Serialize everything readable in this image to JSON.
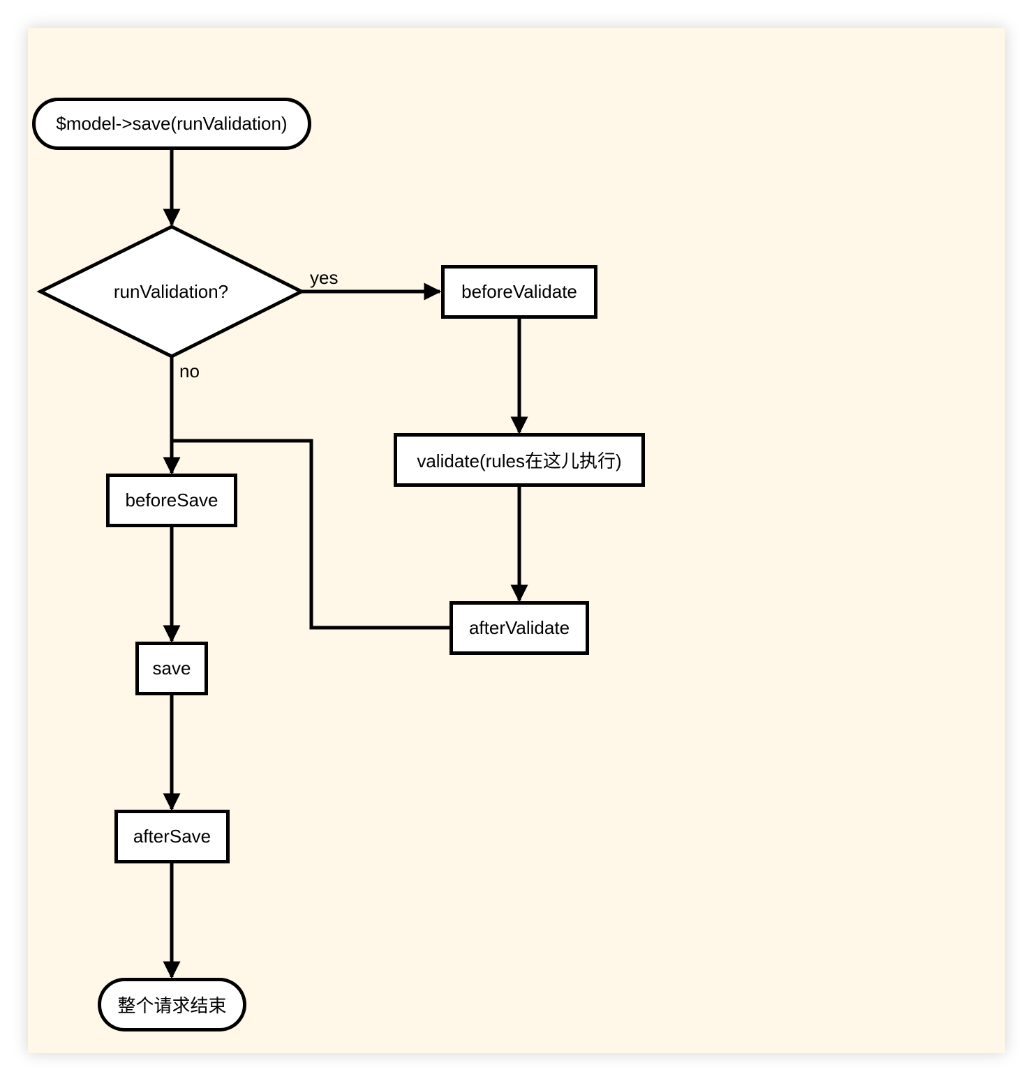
{
  "diagram": {
    "nodes": {
      "start": "$model->save(runValidation)",
      "decision": "runValidation?",
      "before_validate": "beforeValidate",
      "validate": "validate(rules在这儿执行)",
      "after_validate": "afterValidate",
      "before_save": "beforeSave",
      "save": "save",
      "after_save": "afterSave",
      "end": "整个请求结束"
    },
    "edge_labels": {
      "yes": "yes",
      "no": "no"
    },
    "colors": {
      "background": "#fff7e7",
      "node_fill": "#ffffff",
      "stroke": "#000000"
    }
  }
}
